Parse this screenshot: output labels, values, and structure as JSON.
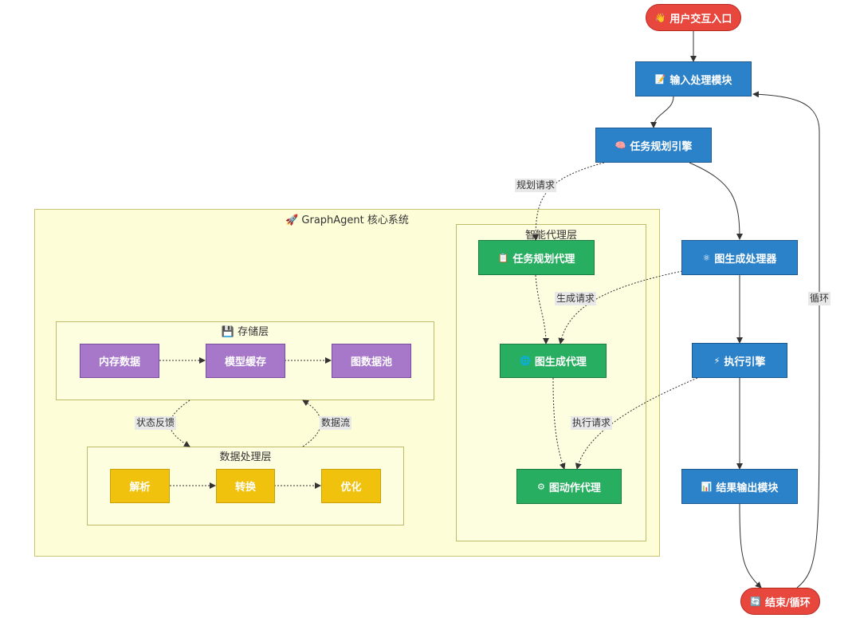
{
  "nodes": {
    "user_entry": {
      "icon": "👋",
      "label": "用户交互入口"
    },
    "input_module": {
      "icon": "📝",
      "label": "输入处理模块"
    },
    "task_planner": {
      "icon": "🧠",
      "label": "任务规划引擎"
    },
    "graph_processor": {
      "icon": "⚛",
      "label": "图生成处理器"
    },
    "exec_engine": {
      "icon": "⚡",
      "label": "执行引擎"
    },
    "result_output": {
      "icon": "📊",
      "label": "结果输出模块"
    },
    "end_loop": {
      "icon": "🔄",
      "label": "结束/循环"
    },
    "task_agent": {
      "icon": "📋",
      "label": "任务规划代理"
    },
    "graph_agent": {
      "icon": "🌐",
      "label": "图生成代理"
    },
    "action_agent": {
      "icon": "⚙",
      "label": "图动作代理"
    },
    "mem_data": {
      "label": "内存数据"
    },
    "model_cache": {
      "label": "模型缓存"
    },
    "graph_pool": {
      "label": "图数据池"
    },
    "parse": {
      "label": "解析"
    },
    "convert": {
      "label": "转换"
    },
    "optimize": {
      "label": "优化"
    }
  },
  "clusters": {
    "core": {
      "icon": "🚀",
      "title": "GraphAgent 核心系统"
    },
    "agent_layer": {
      "title": "智能代理层"
    },
    "storage_layer": {
      "icon": "💾",
      "title": "存储层"
    },
    "data_layer": {
      "title": "数据处理层"
    }
  },
  "edge_labels": {
    "plan_request": "规划请求",
    "gen_request": "生成请求",
    "exec_request": "执行请求",
    "loop": "循环",
    "state_feedback": "状态反馈",
    "data_flow": "数据流"
  },
  "colors": {
    "main_flow": "#2c82c9",
    "agents": "#28ae60",
    "storage": "#a778c9",
    "processing": "#f0c20e",
    "terminal": "#e8473d",
    "cluster_fill": "#fdfdd8"
  }
}
